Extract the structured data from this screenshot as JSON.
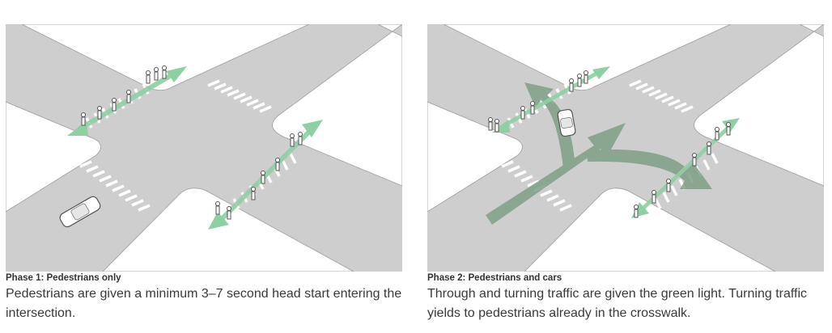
{
  "colors": {
    "road": "#cfcecf",
    "sidewalk": "#ffffff",
    "curb": "#a9a9a9",
    "crosswalk": "#ffffff",
    "pedestrian_arrow": "#8fcfa4",
    "traffic_arrow": "#7f9f86",
    "text": "#3a3a3a"
  },
  "panels": [
    {
      "title": "Phase 1: Pedestrians only",
      "description": "Pedestrians are given a minimum 3–7 second head start entering the intersection."
    },
    {
      "title": "Phase 2: Pedestrians and cars",
      "description": "Through and turning traffic are given the green light. Turning traffic yields to pedestrians already in the crosswalk."
    }
  ]
}
